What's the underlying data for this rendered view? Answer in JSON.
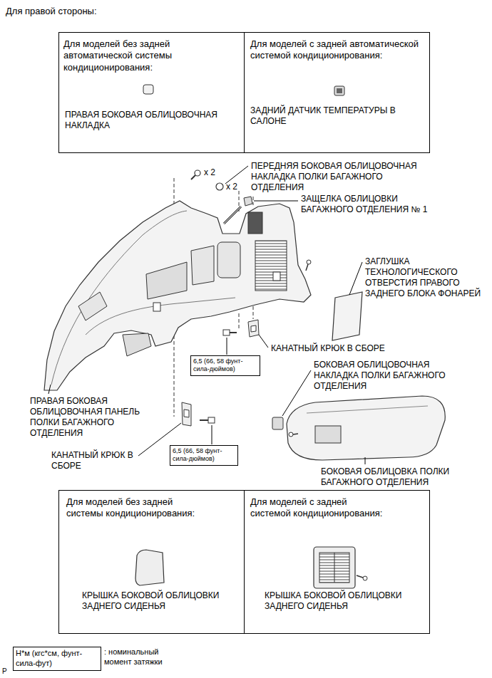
{
  "diagram": {
    "title": "Для правой стороны:",
    "nodes": [
      {
        "text": [
          "Для моделей без задней автоматической системы кондиционирования:",
          "ПРАВАЯ БОКОВАЯ ОБЛИЦОВОЧНАЯ НАКЛАДКА"
        ]
      },
      {
        "text": [
          "Для моделей с задней автоматической системой кондиционирования:",
          "ЗАДНИЙ ДАТЧИК ТЕМПЕРАТУРЫ В САЛОНЕ"
        ]
      },
      {
        "text": [
          "6,5 (66, 58 фунт-сила-дюймов)"
        ]
      },
      {
        "text": [
          "6,5 (66, 58 фунт-сила-дюймов)"
        ]
      },
      {
        "text": [
          "Для моделей без задней системы кондиционирования:",
          "КРЫШКА БОКОВОЙ ОБЛИЦОВКИ ЗАДНЕГО СИДЕНЬЯ"
        ]
      },
      {
        "text": [
          "Для моделей с задней системой кондиционирования:",
          "КРЫШКА БОКОВОЙ ОБЛИЦОВКИ ЗАДНЕГО СИДЕНЬЯ"
        ]
      },
      {
        "text": [
          "Н*м (кгс*см, фунт-сила-фут)"
        ]
      }
    ],
    "labels": [
      "x 2",
      "ПЕРЕДНЯЯ БОКОВАЯ ОБЛИЦОВОЧНАЯ НАКЛАДКА ПОЛКИ БАГАЖНОГО ОТДЕЛЕНИЯ",
      "x 2",
      "ЗАЩЕЛКА ОБЛИЦОВКИ БАГАЖНОГО ОТДЕЛЕНИЯ № 1",
      "ЗАГЛУШКА ТЕХНОЛОГИЧЕСКОГО ОТВЕРСТИЯ ПРАВОГО ЗАДНЕГО БЛОКА ФОНАРЕЙ",
      "КАНАТНЫЙ КРЮК В СБОРЕ",
      "БОКОВАЯ ОБЛИЦОВОЧНАЯ НАКЛАДКА ПОЛКИ БАГАЖНОГО ОТДЕЛЕНИЯ",
      "ПРАВАЯ БОКОВАЯ ОБЛИЦОВОЧНАЯ ПАНЕЛЬ ПОЛКИ БАГАЖНОГО ОТДЕЛЕНИЯ",
      "КАНАТНЫЙ КРЮК В СБОРЕ",
      "БОКОВАЯ ОБЛИЦОВКА ПОЛКИ БАГАЖНОГО ОТДЕЛЕНИЯ",
      ": номинальный момент затяжки",
      "P"
    ]
  }
}
